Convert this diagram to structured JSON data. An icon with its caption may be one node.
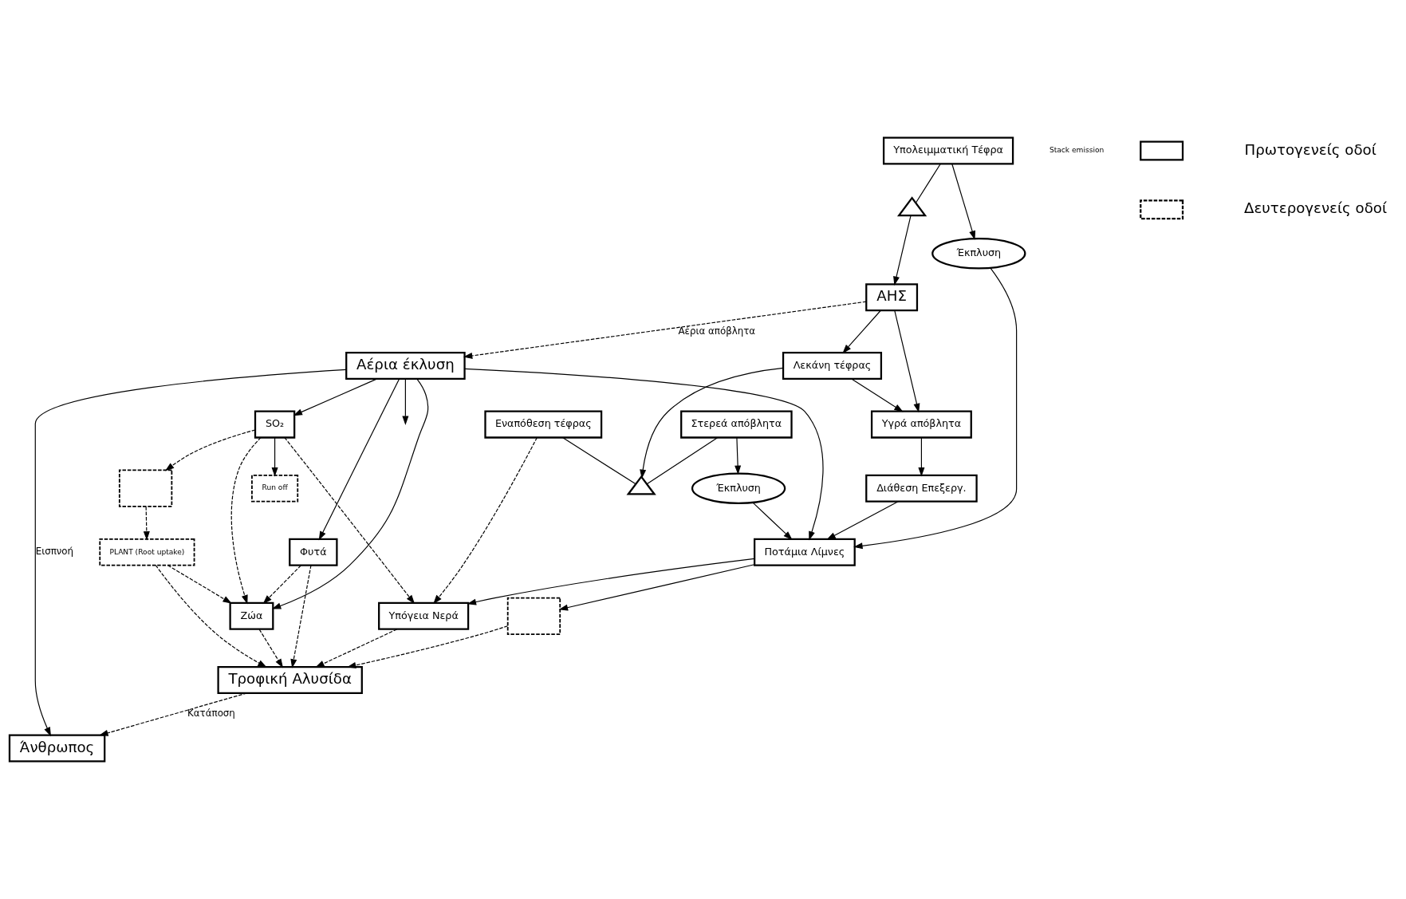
{
  "diagram": {
    "nodes": [
      {
        "text": [
          "Αέρια έκλυση"
        ]
      },
      {
        "text": [
          "Άνθρωπος"
        ]
      },
      {
        "text": [
          "ΑΗΣ"
        ]
      },
      {
        "text": [
          "Λεκάνη τέφρας"
        ]
      },
      {
        "text": [],
        "shape": "triangle"
      },
      {
        "text": [],
        "shape": "triangle"
      },
      {
        "text": [
          "Εναπόθεση τέφρας"
        ]
      },
      {
        "text": [
          "Στερεά απόβλητα"
        ]
      },
      {
        "text": [
          "Υγρά απόβλητα"
        ]
      },
      {
        "text": [
          "Υπολειμματική Τέφρα"
        ]
      },
      {
        "text": [
          "Έκπλυση"
        ]
      },
      {
        "text": [
          "Διάθεση Επεξεργ."
        ]
      },
      {
        "text": [
          "Έκπλυση"
        ]
      },
      {
        "text": [
          "Ποτάμια Λίμνες"
        ]
      },
      {
        "text": [
          "Υπόγεια Νερά"
        ]
      },
      {
        "text": [],
        "shape": "box"
      },
      {
        "text": [
          "Run off"
        ]
      },
      {
        "text": [],
        "shape": "box"
      },
      {
        "text": [
          "PLANT (Root uptake)"
        ]
      },
      {
        "text": [
          "SO₂"
        ]
      },
      {
        "text": [
          "Φυτά"
        ]
      },
      {
        "text": [
          "Ζώα"
        ]
      },
      {
        "text": [
          "Τροφική Αλυσίδα"
        ]
      }
    ],
    "edges": [
      {
        "from": 0,
        "to": null,
        "arrow": "to"
      },
      {
        "from": 2,
        "to": 0,
        "arrow": "to",
        "style": "dashed",
        "label": "Αέρια απόβλητα"
      },
      {
        "from": 2,
        "to": 3,
        "arrow": "to"
      },
      {
        "from": 2,
        "to": 8,
        "arrow": "to"
      },
      {
        "from": 3,
        "to": 4,
        "arrow": "to"
      },
      {
        "from": 3,
        "to": 8,
        "arrow": "to"
      },
      {
        "from": 5,
        "to": 2,
        "arrow": "to"
      },
      {
        "from": 9,
        "to": 5,
        "arrow": "none"
      },
      {
        "from": 6,
        "to": 4,
        "arrow": "none"
      },
      {
        "from": 7,
        "to": 4,
        "arrow": "none"
      },
      {
        "from": 7,
        "to": 10,
        "arrow": "to"
      },
      {
        "from": 8,
        "to": 11,
        "arrow": "to"
      },
      {
        "from": 9,
        "to": 12,
        "arrow": "to"
      },
      {
        "from": 10,
        "to": 13,
        "arrow": "to"
      },
      {
        "from": 11,
        "to": 13,
        "arrow": "to"
      },
      {
        "from": 12,
        "to": 13,
        "arrow": "to"
      },
      {
        "from": 0,
        "to": 13,
        "arrow": "to"
      },
      {
        "from": 0,
        "to": 19,
        "arrow": "to"
      },
      {
        "from": 0,
        "to": 20,
        "arrow": "to"
      },
      {
        "from": 0,
        "to": 21,
        "arrow": "to"
      },
      {
        "from": 0,
        "to": 1,
        "arrow": "to",
        "label": "Εισπνοή"
      },
      {
        "from": 22,
        "to": 1,
        "arrow": "to",
        "style": "dashed",
        "label": "Κατάποση"
      },
      {
        "from": 13,
        "to": 14,
        "arrow": "to"
      },
      {
        "from": 13,
        "to": 15,
        "arrow": "to"
      },
      {
        "from": 6,
        "to": 14,
        "arrow": "to",
        "style": "dashed"
      },
      {
        "from": 19,
        "to": 14,
        "arrow": "to",
        "style": "dashed"
      },
      {
        "from": 19,
        "to": 16,
        "arrow": "to"
      },
      {
        "from": 19,
        "to": 17,
        "arrow": "to",
        "style": "dashed"
      },
      {
        "from": 17,
        "to": 18,
        "arrow": "to",
        "style": "dashed"
      },
      {
        "from": 18,
        "to": 21,
        "arrow": "to",
        "style": "dashed"
      },
      {
        "from": 19,
        "to": 21,
        "arrow": "to",
        "style": "dashed"
      },
      {
        "from": 20,
        "to": 21,
        "arrow": "to",
        "style": "dashed"
      },
      {
        "from": 15,
        "to": 22,
        "arrow": "to",
        "style": "dashed"
      },
      {
        "from": 14,
        "to": 22,
        "arrow": "to",
        "style": "dashed"
      },
      {
        "from": 18,
        "to": 22,
        "arrow": "to",
        "style": "dashed"
      },
      {
        "from": 20,
        "to": 22,
        "arrow": "to",
        "style": "dashed"
      },
      {
        "from": 21,
        "to": 22,
        "arrow": "to",
        "style": "dashed"
      }
    ],
    "labels": [
      "Stack emission"
    ],
    "legend": [
      {
        "text": "Πρωτογενείς οδοί"
      },
      {
        "text": "Δευτερογενείς οδοί"
      }
    ]
  }
}
